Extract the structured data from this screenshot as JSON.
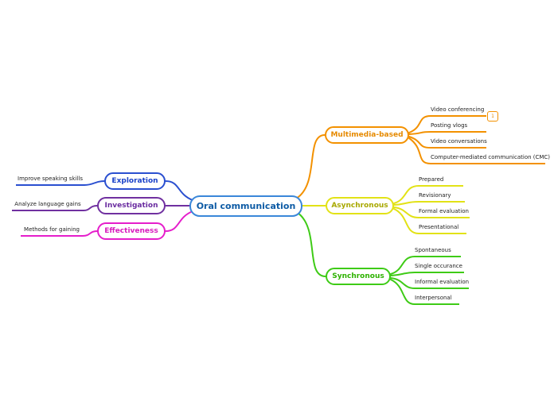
{
  "center": {
    "label": "Oral communication",
    "color": "#3a87d9"
  },
  "branches": {
    "exploration": {
      "label": "Exploration",
      "color": "#2a4fd0",
      "leaves": [
        "Improve speaking skills"
      ]
    },
    "investigation": {
      "label": "Investigation",
      "color": "#7030a0",
      "leaves": [
        "Analyze language gains"
      ]
    },
    "effectiveness": {
      "label": "Effectiveness",
      "color": "#e51ecb",
      "leaves": [
        "Methods for gaining"
      ]
    },
    "multimedia": {
      "label": "Multimedia-based",
      "color": "#f39100",
      "badge": "1",
      "leaves": [
        "Video conferencing",
        "Posting vlogs",
        "Video conversations",
        "Computer-mediated communication (CMC)"
      ]
    },
    "asynchronous": {
      "label": "Asynchronous",
      "color": "#e2e216",
      "leaves": [
        "Prepared",
        "Revisionary",
        "Formal evaluation",
        "Presentational"
      ]
    },
    "synchronous": {
      "label": "Synchronous",
      "color": "#3ecb16",
      "leaves": [
        "Spontaneous",
        "Single occurance",
        "Informal evaluation",
        "Interpersonal"
      ]
    }
  }
}
